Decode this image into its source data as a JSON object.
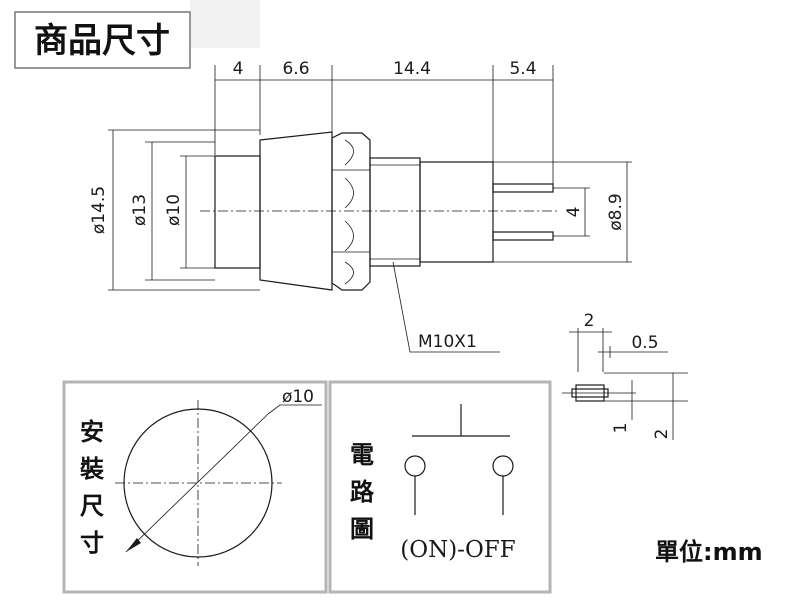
{
  "title": "商品尺寸",
  "dimensions": {
    "top": [
      "4",
      "6.6",
      "14.4",
      "5.4"
    ],
    "dia_14_5": "ø14.5",
    "dia_13": "ø13",
    "dia_10": "ø10",
    "pin_spacing": "4",
    "dia_8_9": "ø8.9",
    "thread": "M10X1",
    "terminal_width": "2",
    "terminal_thickness": "0.5",
    "terminal_h1": "1",
    "terminal_h2": "2"
  },
  "mounting": {
    "label_chars": [
      "安",
      "裝",
      "尺",
      "寸"
    ],
    "hole_diameter": "ø10"
  },
  "circuit": {
    "label_chars": [
      "電",
      "路",
      "圖"
    ],
    "mode": "(ON)-OFF"
  },
  "unit_note": "單位:mm"
}
